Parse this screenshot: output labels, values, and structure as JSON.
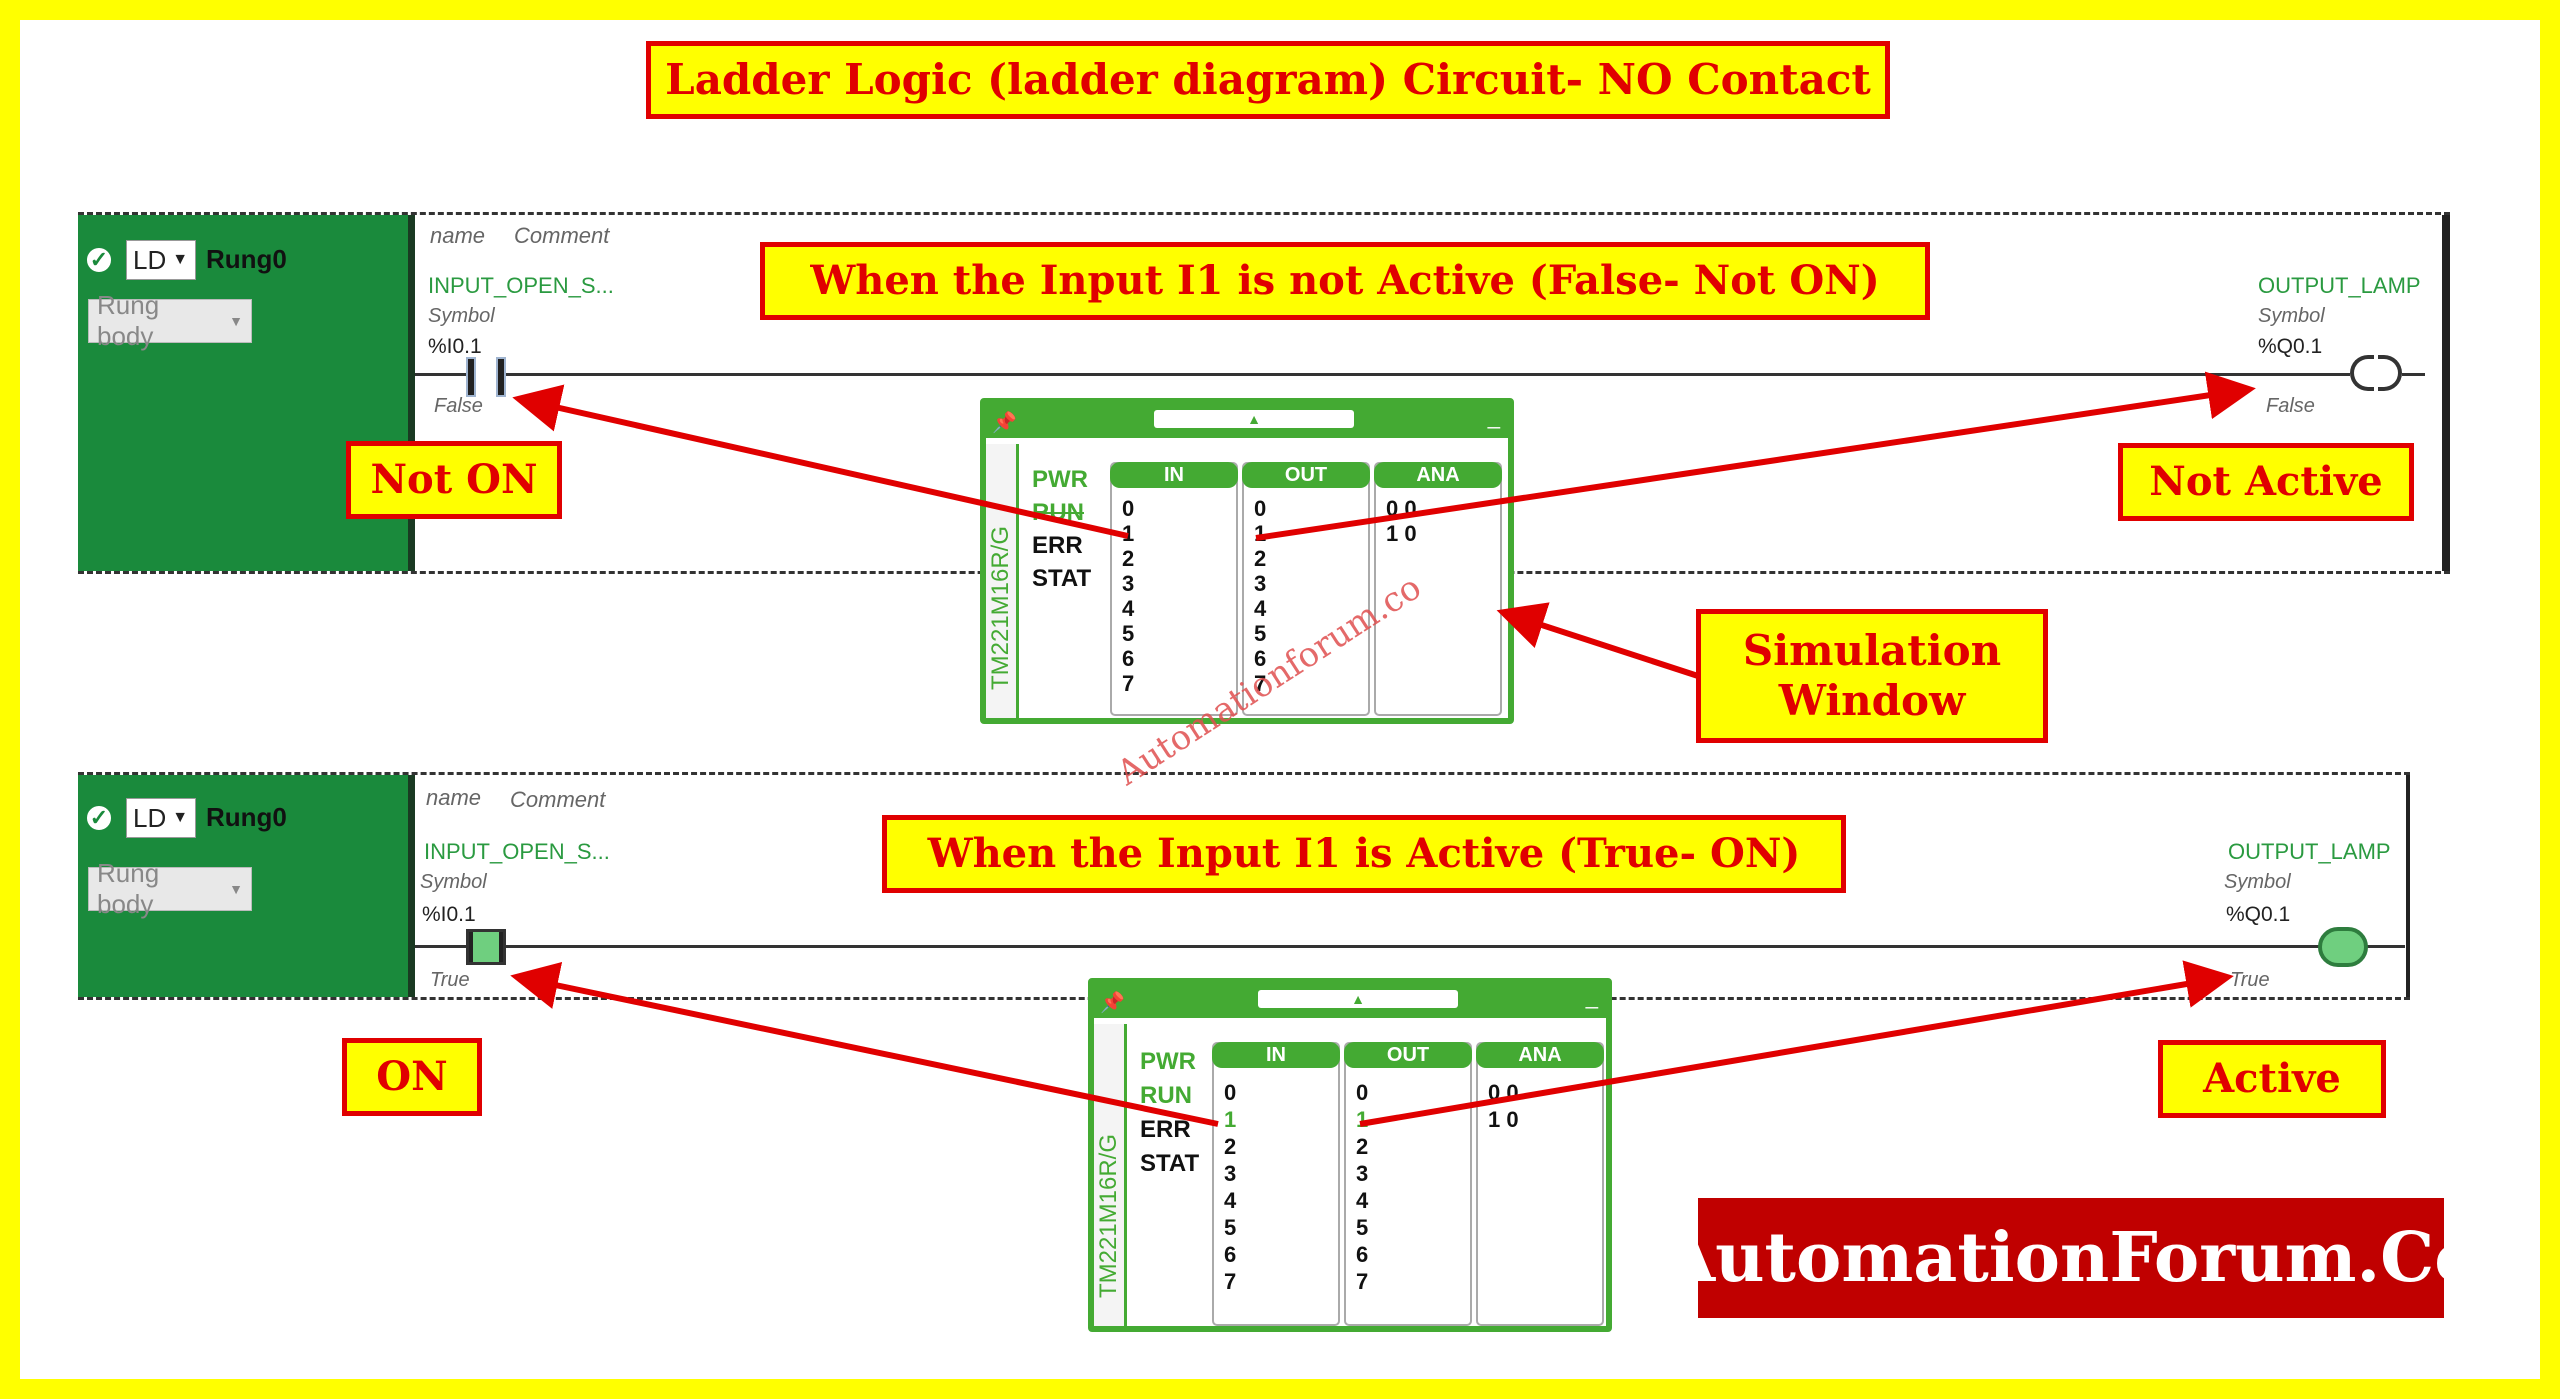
{
  "title": "Ladder Logic (ladder diagram) Circuit- NO Contact",
  "rungs": [
    {
      "mode": "LD",
      "rung_name": "Rung0",
      "body_select": "Rung body",
      "name_placeholder": "name",
      "comment_placeholder": "Comment",
      "banner": "When the Input I1 is not Active (False- Not ON)",
      "input": {
        "name": "INPUT_OPEN_S...",
        "symbol": "Symbol",
        "address": "%I0.1",
        "state": "False"
      },
      "output": {
        "name": "OUTPUT_LAMP",
        "symbol": "Symbol",
        "address": "%Q0.1",
        "state": "False"
      },
      "left_callout": "Not ON",
      "right_callout": "Not Active"
    },
    {
      "mode": "LD",
      "rung_name": "Rung0",
      "body_select": "Rung body",
      "name_placeholder": "name",
      "comment_placeholder": "Comment",
      "banner": "When the Input I1 is Active (True- ON)",
      "input": {
        "name": "INPUT_OPEN_S...",
        "symbol": "Symbol",
        "address": "%I0.1",
        "state": "True"
      },
      "output": {
        "name": "OUTPUT_LAMP",
        "symbol": "Symbol",
        "address": "%Q0.1",
        "state": "True"
      },
      "left_callout": "ON",
      "right_callout": "Active"
    }
  ],
  "simulation_window": {
    "label": "Simulation Window",
    "controller": "TM221M16R/G",
    "status": [
      "PWR",
      "RUN",
      "ERR",
      "STAT"
    ],
    "columns": [
      "IN",
      "OUT",
      "ANA"
    ],
    "io_numbers": [
      "0",
      "1",
      "2",
      "3",
      "4",
      "5",
      "6",
      "7"
    ],
    "ana_values": [
      "0 0",
      "1 0"
    ]
  },
  "watermark": "Automationforum.co",
  "logo": "AutomationForum.Co",
  "colors": {
    "frame": "#ffff00",
    "callout_border": "#e00000",
    "rung_panel": "#1a8a3c",
    "sim_green": "#44aa33",
    "logo_bg": "#c00000"
  }
}
